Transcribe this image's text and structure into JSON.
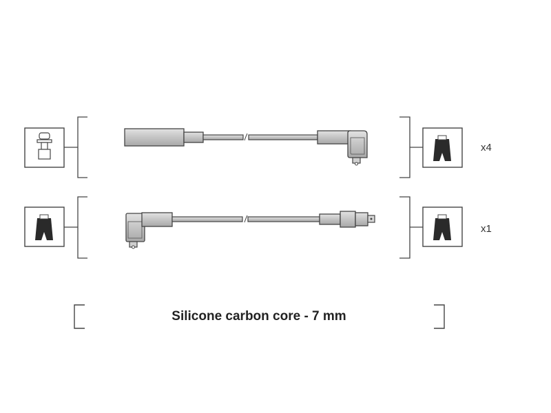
{
  "rows": [
    {
      "left_connector": "spark-plug-connector-icon",
      "right_connector": "coil-boot-connector-icon",
      "quantity": "x4"
    },
    {
      "left_connector": "coil-boot-connector-icon",
      "right_connector": "coil-boot-connector-icon",
      "quantity": "x1"
    }
  ],
  "caption": "Silicone carbon core - 7 mm",
  "colors": {
    "cable_fill": "#c8c8c8",
    "outline": "#444444",
    "boot_fill": "#2a2a2a"
  }
}
